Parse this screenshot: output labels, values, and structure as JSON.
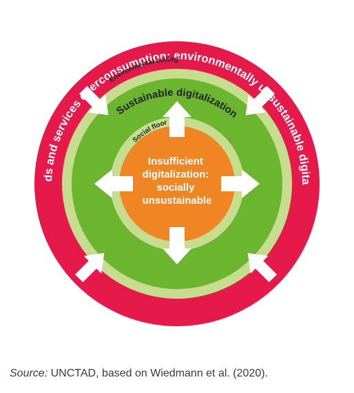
{
  "diagram": {
    "outer_ring_text": "ICT goods and services overconsumption: environmentally unsustainable digitalization",
    "ceiling_label": "Environmental ceiling",
    "sustainable_label": "Sustainable digitalization",
    "floor_label": "Social floor",
    "center_lines": [
      "Insufficient",
      "digitalization:",
      "socially",
      "unsustainable"
    ]
  },
  "colors": {
    "outer_ring": "#e5194a",
    "ceiling_band": "#c6dd8f",
    "sustainable_zone": "#6cb52f",
    "floor_band": "#c6dd8f",
    "center_core": "#f08524",
    "arrows": "#ffffff",
    "label_text": "#1f1f1f"
  },
  "caption": {
    "source_label": "Source:",
    "text": " UNCTAD, based on Wiedmann et al. (2020)."
  }
}
